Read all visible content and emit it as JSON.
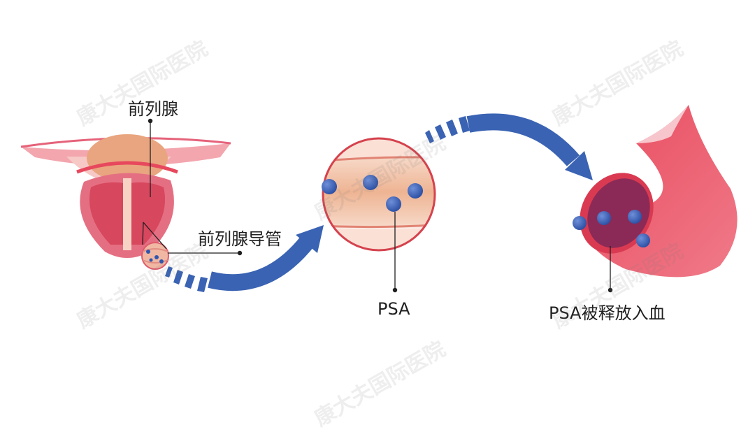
{
  "labels": {
    "prostate": "前列腺",
    "duct": "前列腺导管",
    "psa": "PSA",
    "release": "PSA被释放入血"
  },
  "watermark": "康大夫国际医院",
  "colors": {
    "arrow": "#3a63b3",
    "tissue": "#e8566b",
    "tissue_light": "#f3a6ae",
    "tissue_peach": "#f0c1a8",
    "psa_dot": "#2f56b0",
    "outline": "#d5424d"
  },
  "icons": [
    "prostate-illustration",
    "duct-magnifier",
    "blood-vessel",
    "psa-molecule",
    "flow-arrow"
  ]
}
